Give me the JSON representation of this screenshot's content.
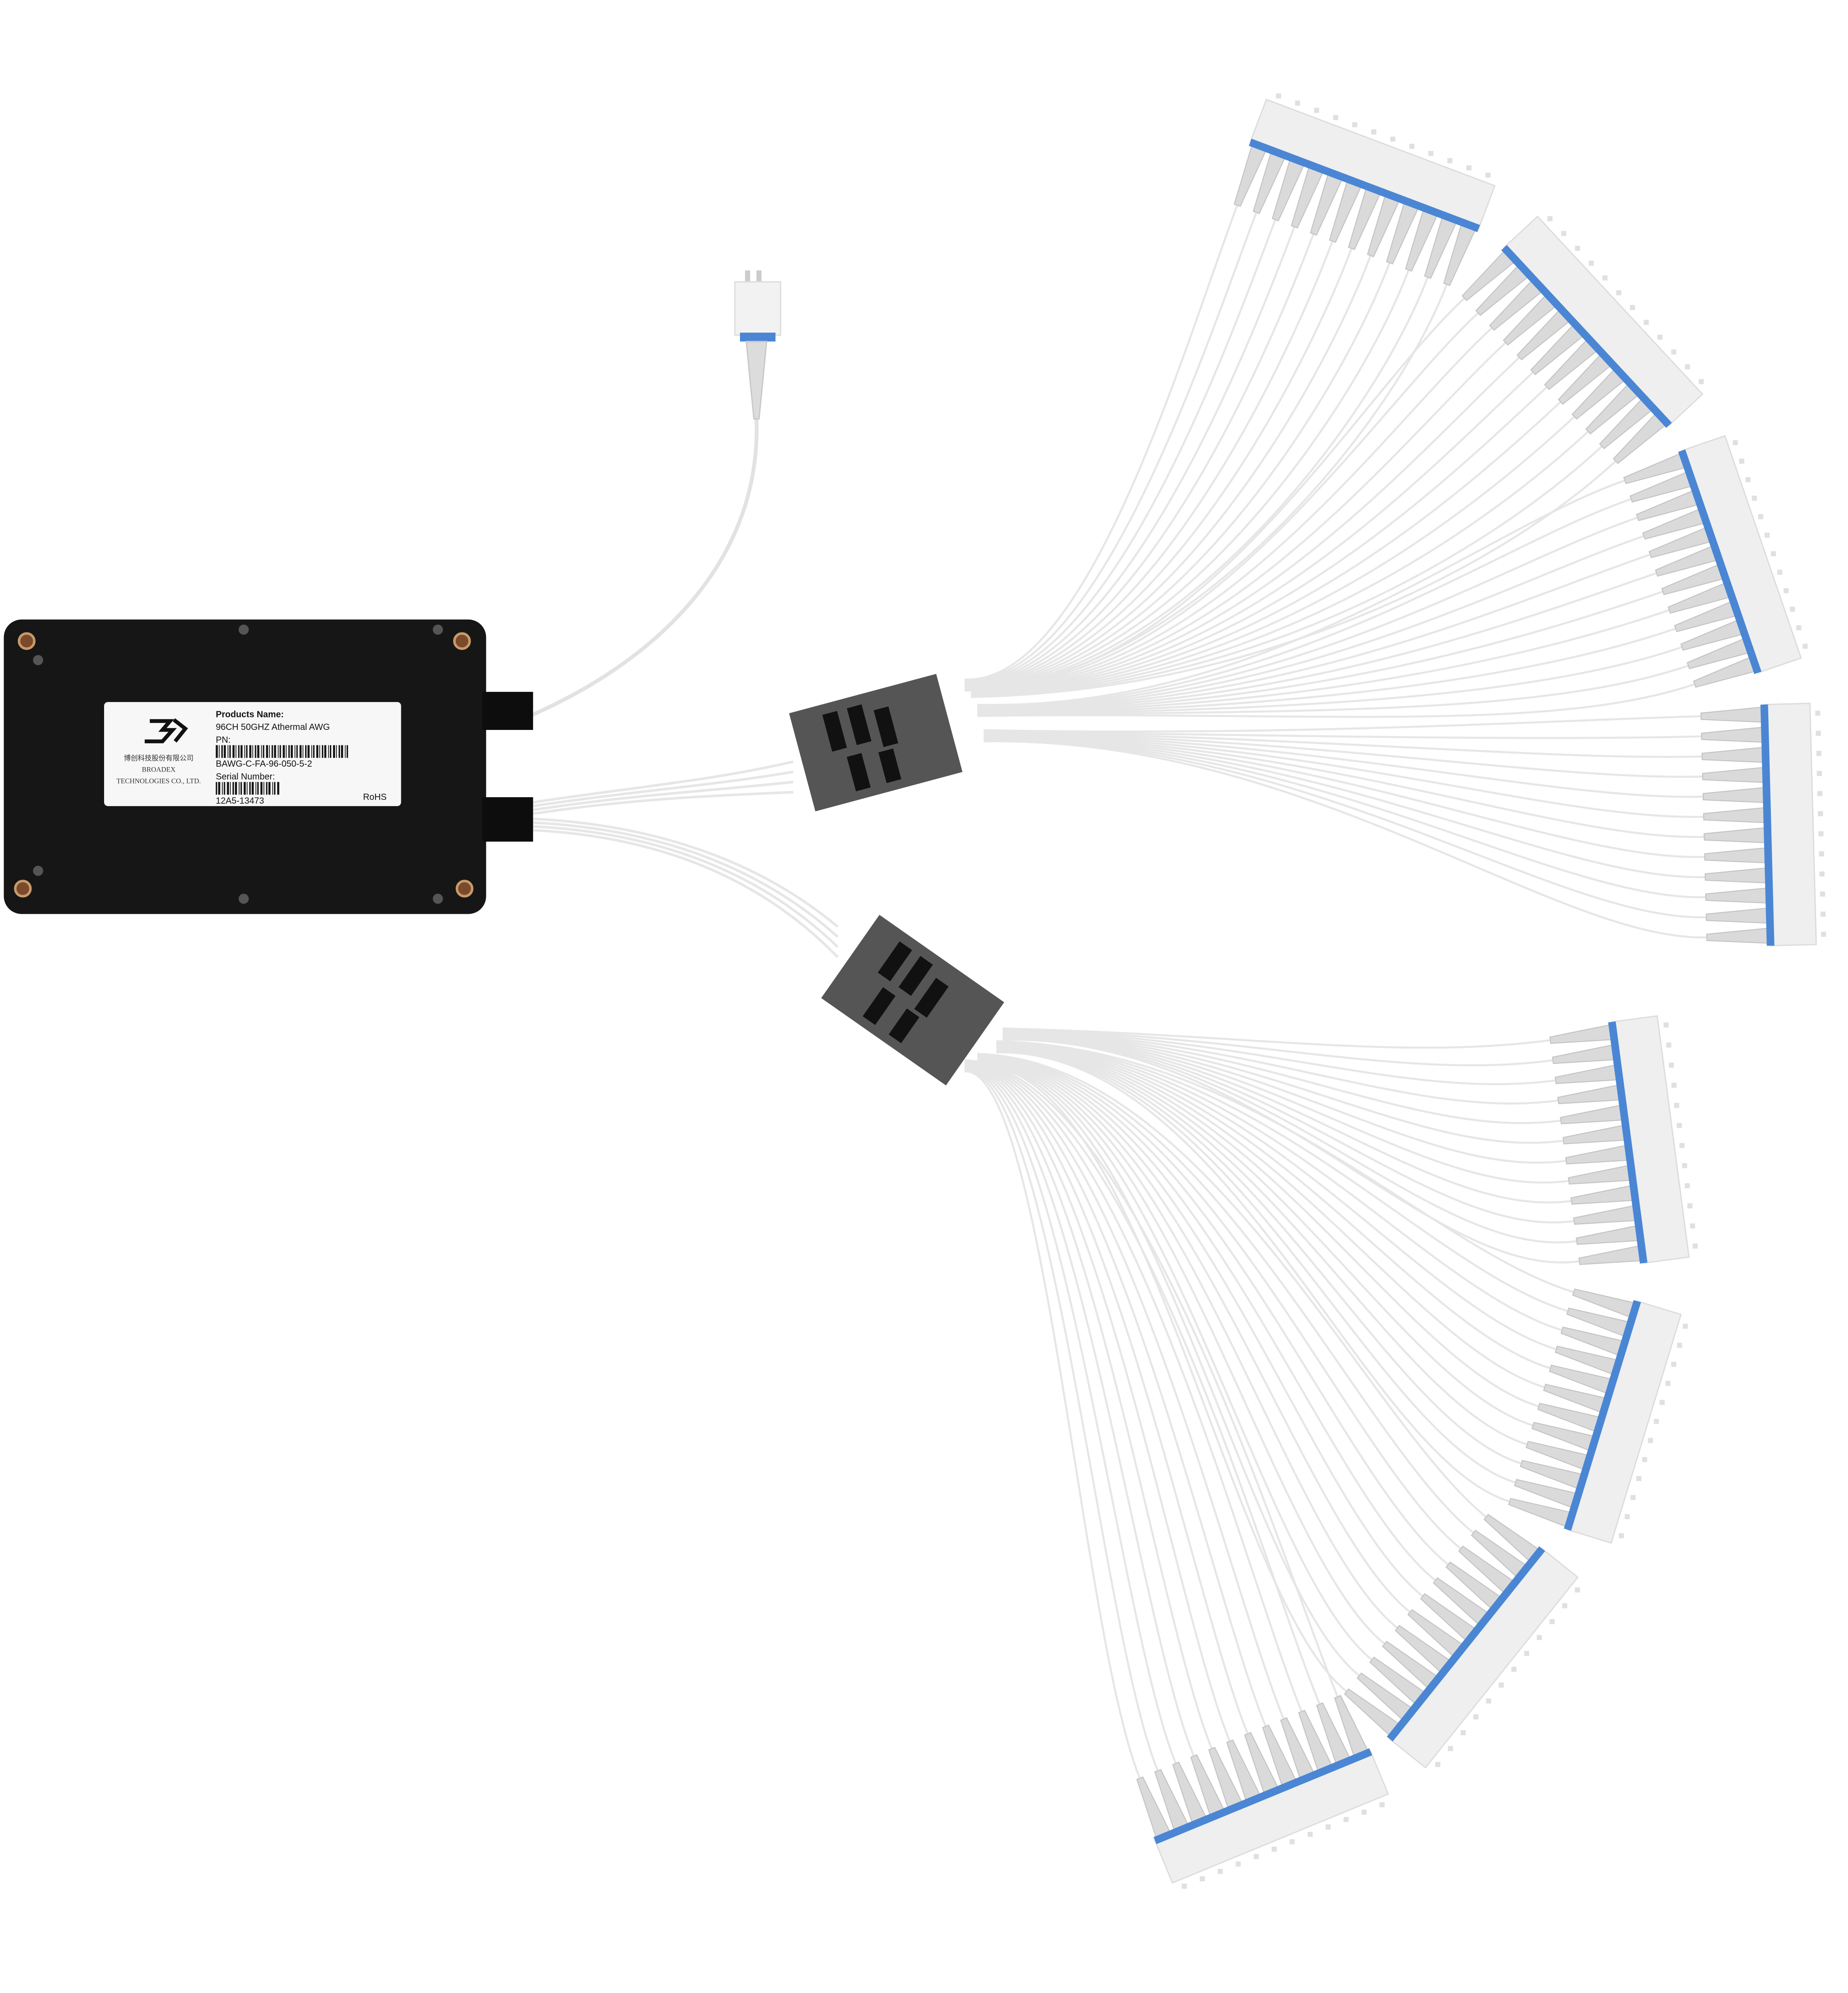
{
  "label": {
    "products_name_heading": "Products Name:",
    "products_name": "96CH 50GHZ Athermal AWG",
    "pn_heading": "PN:",
    "pn": "BAWG-C-FA-96-050-5-2",
    "serial_heading": "Serial Number:",
    "serial": "12A5-13473",
    "rohs": "RoHS",
    "company_cn": "博创科技股份有限公司",
    "company_en_1": "BROADEX",
    "company_en_2": "TECHNOLOGIES CO., LTD."
  },
  "colors": {
    "module_body": "#161616",
    "connector_blue": "#4a86d4",
    "connector_white": "#eeeeee",
    "fanout_block": "#555555",
    "fiber": "#e6e6e6"
  },
  "fiber_arrays": 8,
  "connectors_per_array": 12
}
